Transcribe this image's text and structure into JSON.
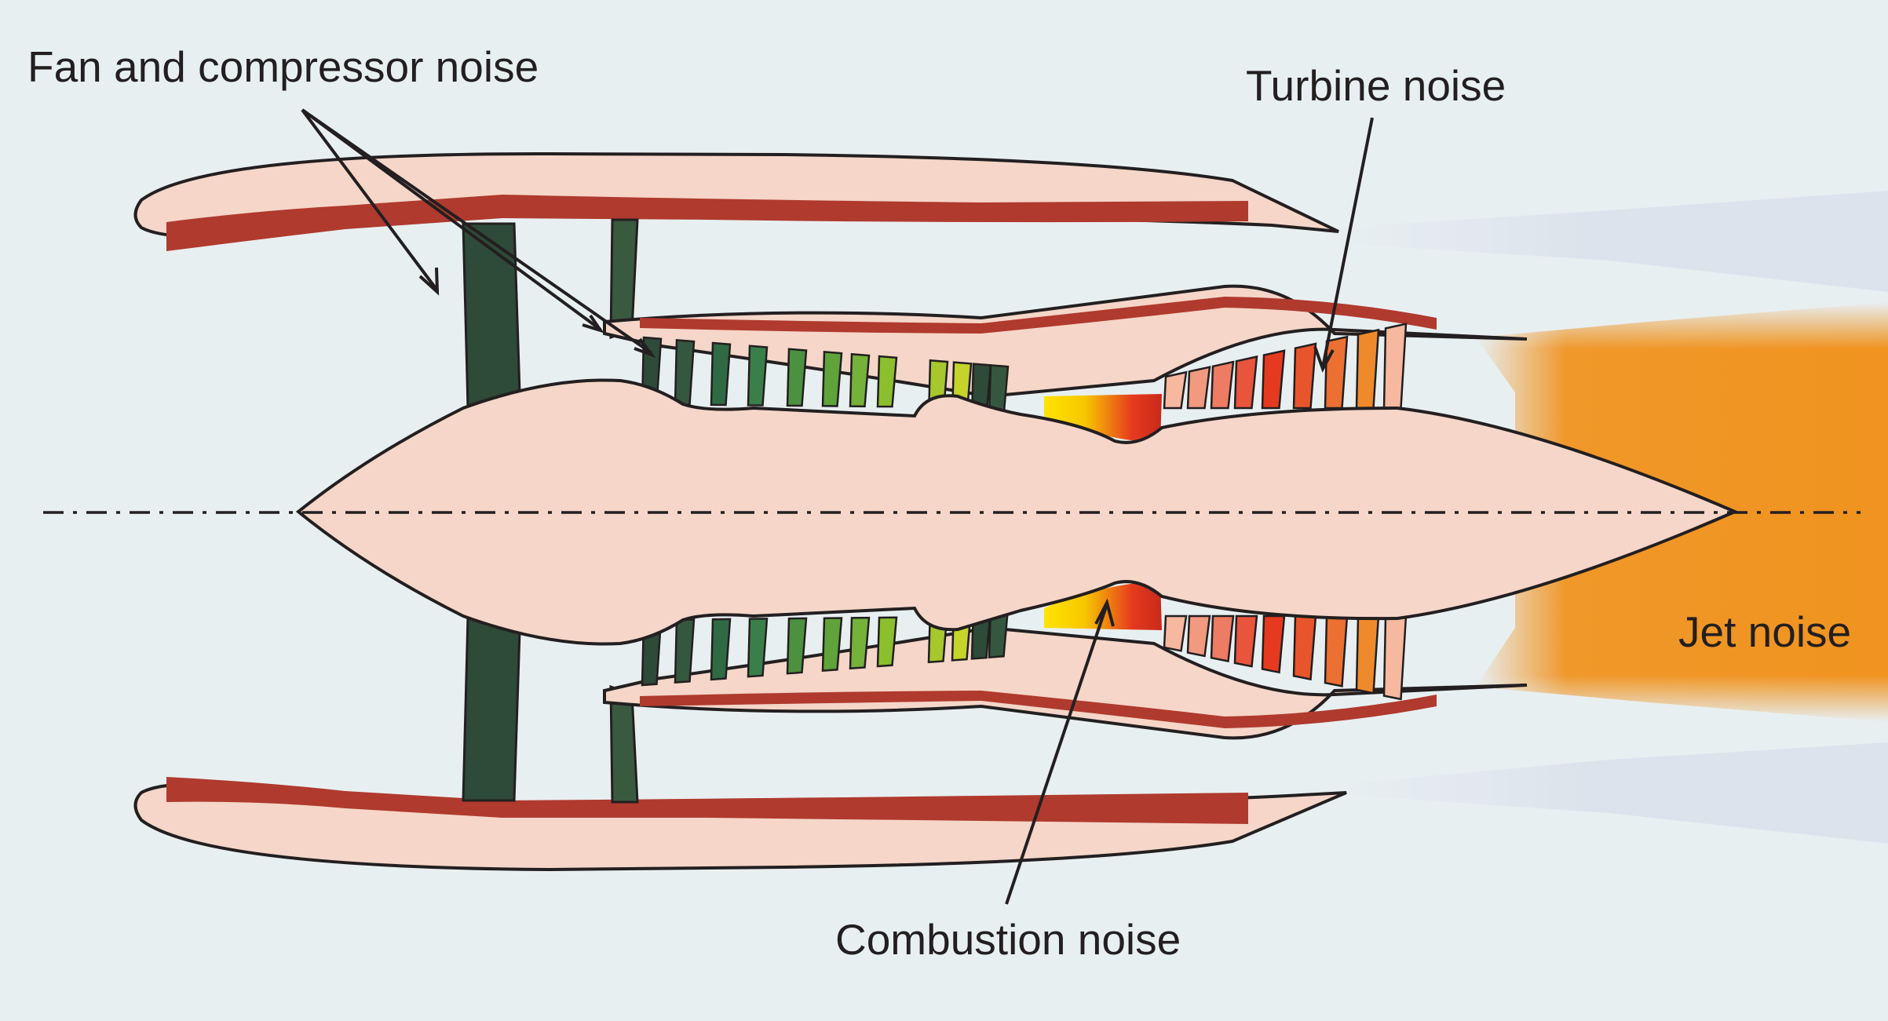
{
  "labels": {
    "fan_compressor": "Fan and compressor noise",
    "turbine": "Turbine noise",
    "combustion": "Combustion noise",
    "jet": "Jet noise"
  },
  "colors": {
    "background": "#e8eff1",
    "casing": "#f5d6c8",
    "casing_liner": "#b03a2e",
    "outline": "#231f20",
    "fan_blade": "#2e4a38",
    "jet_plume": "#f0931f",
    "bypass_plume": "#dde3ec",
    "combustor_hot": "#e53a1f",
    "combustor_warm": "#ffe400"
  },
  "blade_colors": {
    "compressor": [
      "#2e4a38",
      "#35573f",
      "#2f6a45",
      "#3a7f4a",
      "#4c9140",
      "#5fa33a",
      "#74b23a",
      "#8cbf2e",
      "#a6c82c",
      "#c4d42a"
    ],
    "turbine": [
      "#f6b89f",
      "#f29a7f",
      "#ee7b63",
      "#e9543c",
      "#e53a1f",
      "#e8552c",
      "#ec7032",
      "#ef8a2c"
    ]
  }
}
